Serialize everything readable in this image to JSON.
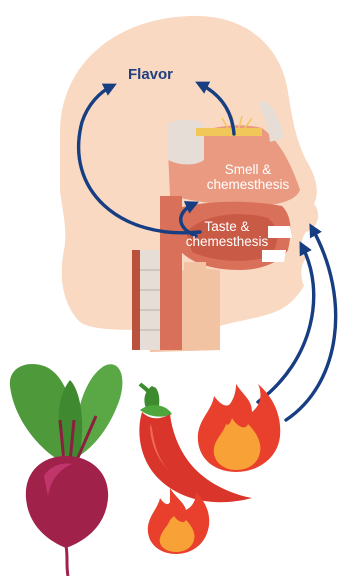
{
  "labels": {
    "flavor": "Flavor",
    "smell_line1": "Smell &",
    "smell_line2": "chemesthesis",
    "taste_line1": "Taste &",
    "taste_line2": "chemesthesis"
  },
  "colors": {
    "skin": "#f9d9c2",
    "skin_shadow": "#f2c3a3",
    "tissue": "#d9705a",
    "tissue_light": "#e99a80",
    "tissue_dark": "#b9513d",
    "bone": "#e5ddd6",
    "nerve": "#f2c75a",
    "arrow": "#173e82",
    "leaf": "#4e9a3a",
    "beet": "#a0224a",
    "pepper": "#d9352a",
    "flame_outer": "#e8402c",
    "flame_inner": "#f7a136"
  },
  "icons": [
    "head-cross-section-icon",
    "beetroot-icon",
    "chili-pepper-icon",
    "flame-icon"
  ]
}
